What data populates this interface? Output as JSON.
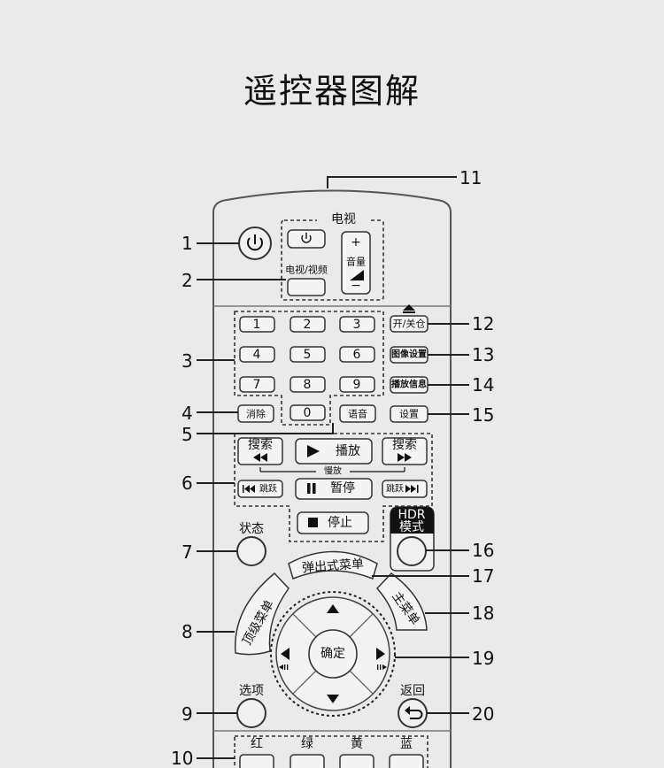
{
  "title": "遥控器图解",
  "callouts": [
    "1",
    "2",
    "3",
    "4",
    "5",
    "6",
    "7",
    "8",
    "9",
    "10",
    "11",
    "12",
    "13",
    "14",
    "15",
    "16",
    "17",
    "18",
    "19",
    "20"
  ],
  "labels": {
    "tv": "电视",
    "tv_video": "电视/视频",
    "volume": "音量",
    "vol_plus": "+",
    "vol_minus": "−",
    "open_close": "开/关仓",
    "picture_settings": "图像设置",
    "playback_info": "播放信息",
    "clear": "消除",
    "audio": "语音",
    "setup": "设置",
    "search": "搜索",
    "play": "播放",
    "slow": "慢放",
    "skip": "跳跃",
    "pause": "暂停",
    "stop": "停止",
    "status": "状态",
    "hdr": "HDR",
    "mode": "模式",
    "popup_menu": "弹出式菜单",
    "top_menu": "顶级菜单",
    "main_menu": "主菜单",
    "ok": "确定",
    "option": "选项",
    "back": "返回",
    "red": "红",
    "green": "绿",
    "yellow": "黄",
    "blue": "蓝"
  },
  "digits": [
    "1",
    "2",
    "3",
    "4",
    "5",
    "6",
    "7",
    "8",
    "9",
    "0"
  ]
}
